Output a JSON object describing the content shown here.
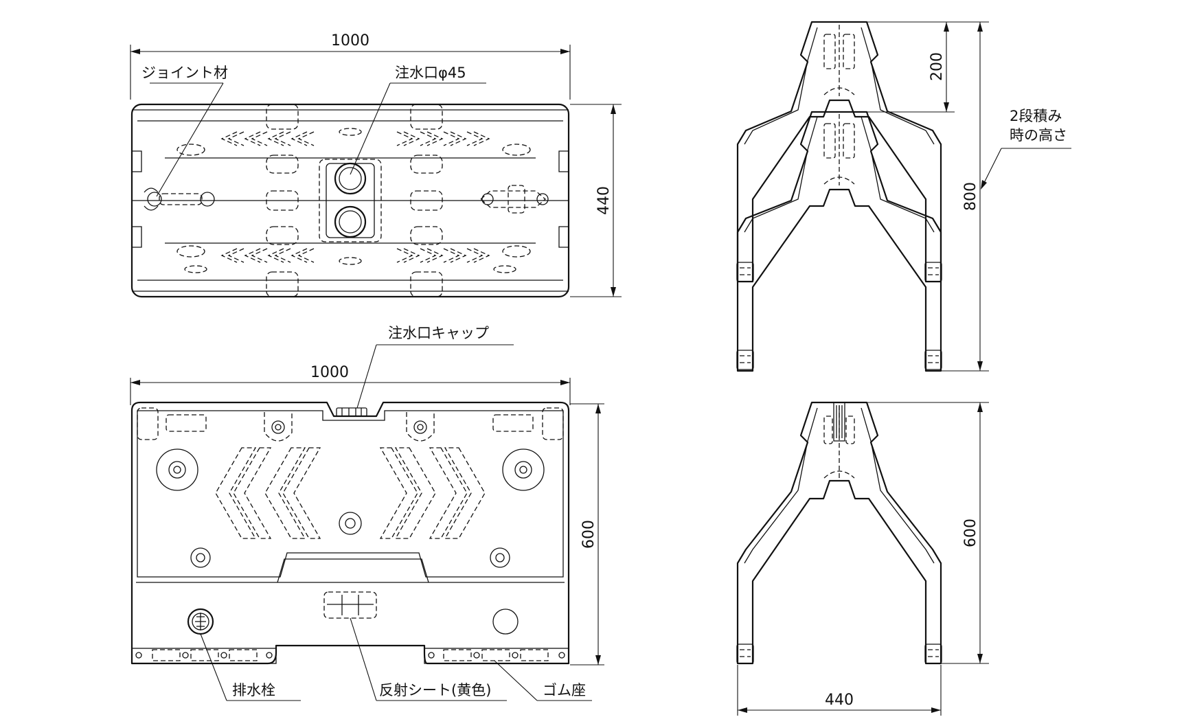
{
  "top_view": {
    "width_dim": "1000",
    "depth_dim": "440",
    "label_joint": "ジョイント材",
    "label_inlet": "注水口φ45"
  },
  "front_view": {
    "width_dim": "1000",
    "height_dim": "600",
    "label_cap": "注水口キャップ",
    "label_drain": "排水栓",
    "label_reflective": "反射シート(黄色)",
    "label_rubber": "ゴム座"
  },
  "side_view_stacked": {
    "offset_dim": "200",
    "height_dim": "800",
    "note": "2段積み\n時の高さ",
    "note_line1": "2段積み",
    "note_line2": "時の高さ"
  },
  "side_view_single": {
    "width_dim": "440",
    "height_dim": "600"
  }
}
